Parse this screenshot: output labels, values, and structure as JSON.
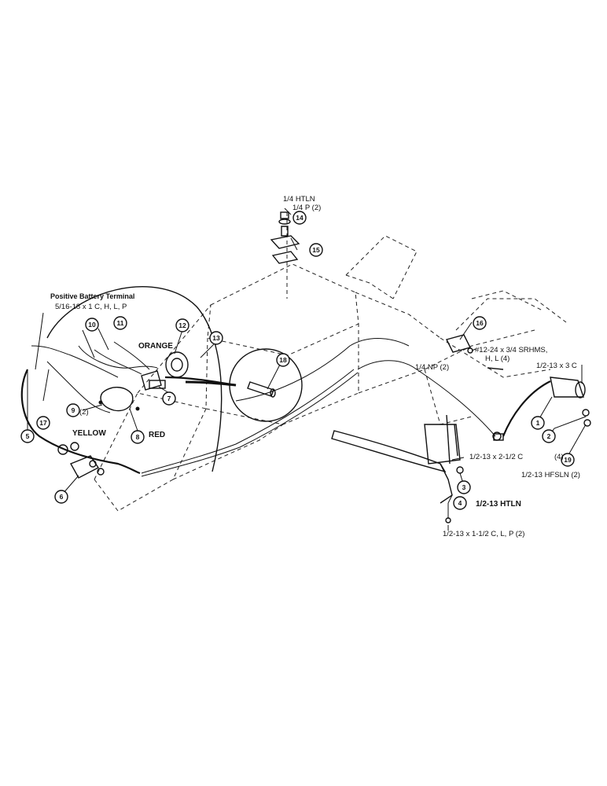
{
  "callouts": [
    "1",
    "2",
    "3",
    "4",
    "5",
    "6",
    "7",
    "8",
    "9",
    "10",
    "11",
    "12",
    "13",
    "14",
    "15",
    "16",
    "17",
    "18",
    "19"
  ],
  "labels": {
    "htln_quarter": "1/4 HTLN",
    "p_quarter": "1/4 P (2)",
    "positive_battery_terminal": "Positive Battery Terminal",
    "bolt_5_16": "5/16-18 x 1 C, H, L, P",
    "orange": "ORANGE",
    "yellow": "YELLOW",
    "red": "RED",
    "nine_qty": "(2)",
    "srhms_line1": "#12-24 x 3/4 SRHMS,",
    "srhms_line2": "H, L (4)",
    "np_quarter": "1/4 NP (2)",
    "bolt_3c": "1/2-13 x 3 C",
    "bolt_2_half_c": "1/2-13 x 2-1/2 C",
    "htln_half": "1/2-13 HTLN",
    "four_qty": "(4)",
    "hfsln": "1/2-13 HFSLN (2)",
    "bolt_1_half": "1/2-13 x 1-1/2 C, L, P (2)"
  }
}
